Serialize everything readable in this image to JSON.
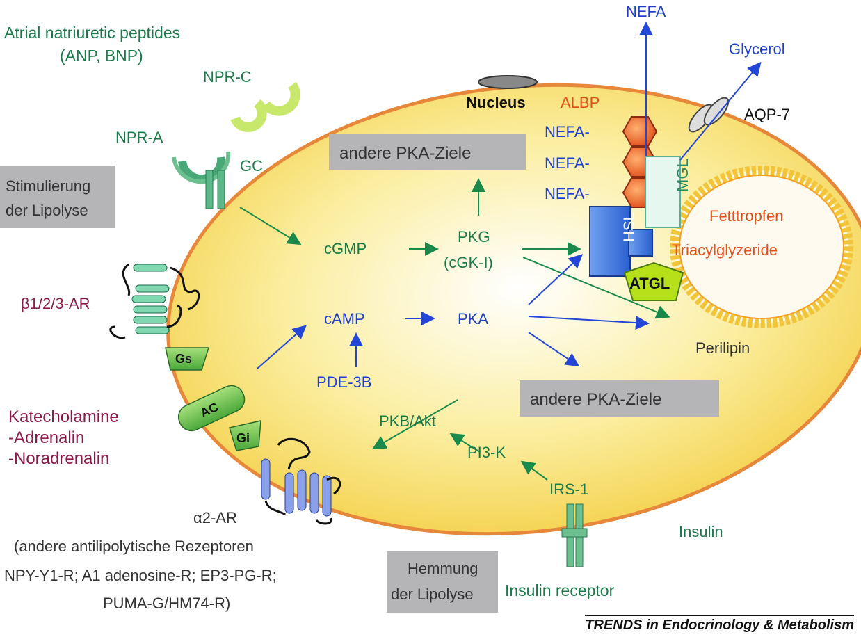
{
  "colors": {
    "green_text": "#1a7a4a",
    "blue_text": "#1f3fcf",
    "magenta_text": "#8b1a4a",
    "orange_text": "#e4501a",
    "gray_text": "#333333",
    "cell_fill": "#f6d75a",
    "cell_border": "#e58a3a",
    "box_fill": "#b5b5b8"
  },
  "labels": {
    "anp_line1": "Atrial natriuretic peptides",
    "anp_line2": "(ANP, BNP)",
    "npr_c": "NPR-C",
    "npr_a": "NPR-A",
    "gc": "GC",
    "stim_line1": "Stimulierung",
    "stim_line2": "der Lipolyse",
    "beta_ar": "β1/2/3-AR",
    "gs": "Gs",
    "ac": "AC",
    "gi": "Gi",
    "kat_line1": "Katecholamine",
    "kat_line2": "-Adrenalin",
    "kat_line3": "-Noradrenalin",
    "alpha_ar": "α2-AR",
    "other_line1": "(andere antilipolytische Rezeptoren",
    "other_line2": "NPY-Y1-R; A1 adenosine-R; EP3-PG-R;",
    "other_line3": "PUMA-G/HM74-R)",
    "hemm_line1": "Hemmung",
    "hemm_line2": "der Lipolyse",
    "nucleus": "Nucleus",
    "albp": "ALBP",
    "pka_targets_top": "andere PKA-Ziele",
    "pka_targets_bottom": "andere PKA-Ziele",
    "cgmp": "cGMP",
    "pkg_line1": "PKG",
    "pkg_line2": "(cGK-I)",
    "camp": "cAMP",
    "pka": "PKA",
    "pde": "PDE-3B",
    "pkb": "PKB/Akt",
    "pi3k": "PI3-K",
    "irs1": "IRS-1",
    "insulin": "Insulin",
    "insulin_receptor": "Insulin receptor",
    "nefa_top": "NEFA",
    "glycerol": "Glycerol",
    "aqp7": "AQP-7",
    "nefa_1": "NEFA-",
    "nefa_2": "NEFA-",
    "nefa_3": "NEFA-",
    "mgl": "MGL",
    "hsl": "HSL",
    "atgl": "ATGL",
    "fett": "Fetttropfen",
    "triacyl": "Triacylglyzeride",
    "perilipin": "Perilipin",
    "credit": "TRENDS in Endocrinology & Metabolism"
  }
}
